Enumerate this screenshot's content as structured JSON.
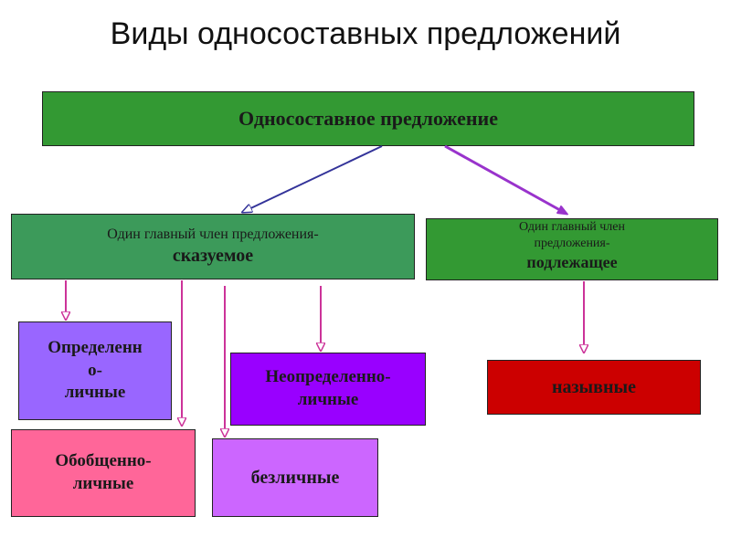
{
  "title": "Виды односоставных предложений",
  "colors": {
    "green": "#339933",
    "green_mid": "#3c9a5a",
    "purple_light": "#9966ff",
    "purple_vivid": "#9900ff",
    "magenta_light": "#cc66ff",
    "pink": "#ff6699",
    "red": "#cc0000",
    "arrow_blue": "#333399",
    "arrow_violet": "#9933cc",
    "arrow_pink": "#cc3399"
  },
  "nodes": {
    "root": {
      "label": "Односоставное предложение"
    },
    "predicate": {
      "line1": "Один главный член предложения-",
      "line2": "сказуемое"
    },
    "subject": {
      "line1": "Один главный член",
      "line2": "предложения-",
      "line3": "подлежащее"
    },
    "definite": {
      "line1": "Определенн",
      "line2": "о-",
      "line3": "личные"
    },
    "generalized": {
      "line1": "Обобщенно-",
      "line2": "личные"
    },
    "impersonal": {
      "label": "безличные"
    },
    "indefinite": {
      "line1": "Неопределенно-",
      "line2": "личные"
    },
    "nominative": {
      "label": "назывные"
    }
  }
}
